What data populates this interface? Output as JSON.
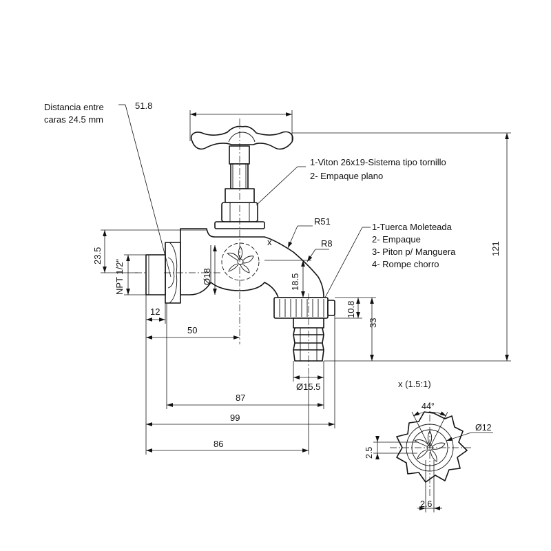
{
  "notes": {
    "flats_line1": "Distancia entre",
    "flats_line2": "caras 24.5 mm",
    "valve_items": [
      "1-Viton 26x19-Sistema tipo tornillo",
      "2- Empaque plano"
    ],
    "nozzle_items": [
      "1-Tuerca Moleteada",
      "2- Empaque",
      "3- Piton p/ Manguera",
      "4- Rompe chorro"
    ],
    "detail_title": "x (1.5:1)",
    "section_mark": "x"
  },
  "dimensions": {
    "top_width": "51.8",
    "total_height": "121",
    "radius_large": "R51",
    "radius_small": "R8",
    "thread_height": "23.5",
    "thread_spec": "NPT 1/2\"",
    "body_diameter": "Ø18",
    "outlet_drop": "18.5",
    "nut_height": "10.8",
    "outlet_height": "33",
    "thread_length": "12",
    "inlet_to_axis": "50",
    "nozzle_diameter": "Ø15.5",
    "len_87": "87",
    "len_99": "99",
    "len_86": "86",
    "detail_angle": "44°",
    "detail_diameter": "Ø12",
    "detail_height": "2.5",
    "detail_width": "2.6"
  }
}
